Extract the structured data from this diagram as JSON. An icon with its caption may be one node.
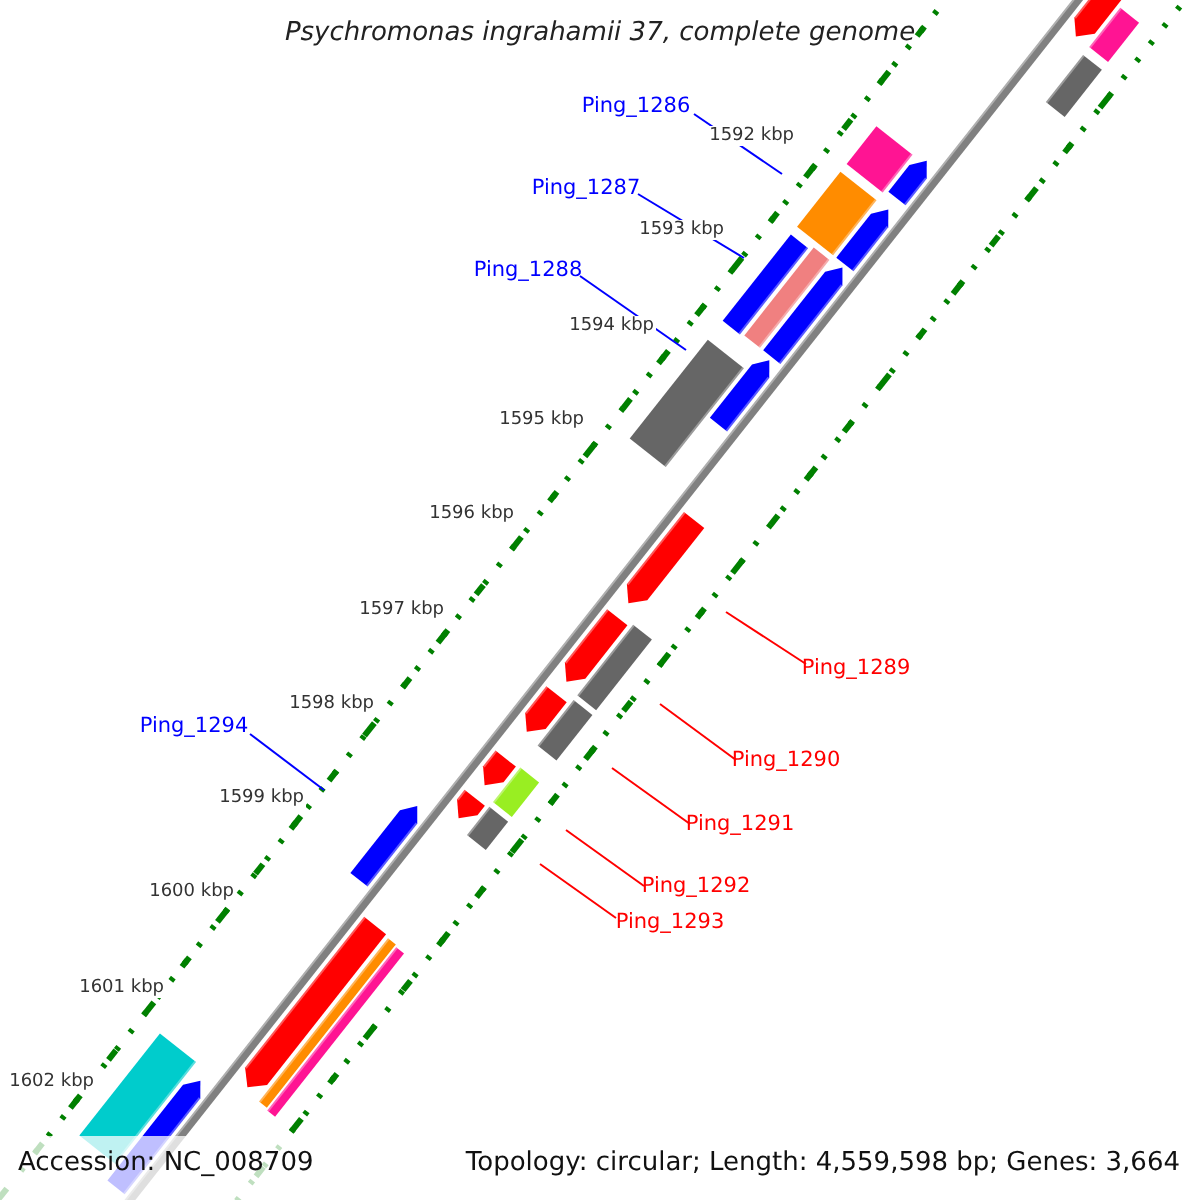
{
  "diagram": {
    "title": "Psychromonas ingrahamii 37, complete genome",
    "nodes": [
      {
        "text": [
          "Ping_1286"
        ]
      },
      {
        "text": [
          "Ping_1287"
        ]
      },
      {
        "text": [
          "Ping_1288"
        ]
      },
      {
        "text": [
          "Ping_1289"
        ]
      },
      {
        "text": [
          "Ping_1294"
        ]
      },
      {
        "text": [
          "Ping_1290"
        ]
      },
      {
        "text": [
          "Ping_1291"
        ]
      },
      {
        "text": [
          "Ping_1292"
        ]
      },
      {
        "text": [
          "Ping_1293"
        ]
      }
    ],
    "edges": [
      {
        "from": 0,
        "to": null,
        "arrow": "none",
        "color": "#0000ff"
      },
      {
        "from": 1,
        "to": null,
        "arrow": "none",
        "color": "#0000ff"
      },
      {
        "from": 2,
        "to": null,
        "arrow": "none",
        "color": "#0000ff"
      },
      {
        "from": 3,
        "to": null,
        "arrow": "none"
      },
      {
        "from": 4,
        "to": null,
        "arrow": "none",
        "color": "#0000ff"
      },
      {
        "from": 5,
        "to": null,
        "arrow": "none"
      },
      {
        "from": 6,
        "to": null,
        "arrow": "none"
      },
      {
        "from": 7,
        "to": null,
        "arrow": "none"
      },
      {
        "from": 8,
        "to": null,
        "arrow": "none"
      }
    ],
    "labels": [
      "1592 kbp",
      "1593 kbp",
      "1594 kbp",
      "1595 kbp",
      "1596 kbp",
      "1597 kbp",
      "1598 kbp",
      "1599 kbp",
      "1600 kbp",
      "1601 kbp",
      "1602 kbp",
      "Accession: NC_008709",
      "Topology: circular; Length: 4,559,598 bp; Genes: 3,664"
    ]
  }
}
